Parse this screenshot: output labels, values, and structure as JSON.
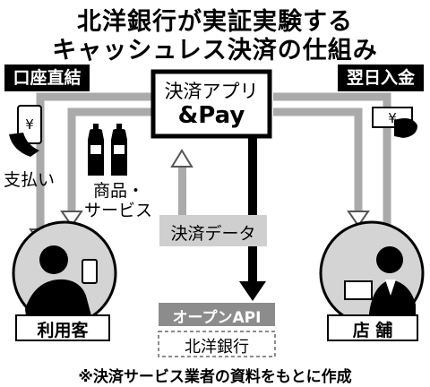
{
  "title": {
    "line1": "北洋銀行が実証実験する",
    "line2": "キャッシュレス決済の仕組み"
  },
  "nodes": {
    "kouza": "口座直結",
    "yokujitsu": "翌日入金",
    "app_line1": "決済アプリ",
    "app_line2": "&Pay",
    "payment": "支払い",
    "goods_line1": "商品・",
    "goods_line2": "サービス",
    "data": "決済データ",
    "open_api": "オープンAPI",
    "bank": "北洋銀行",
    "user": "利用客",
    "store": "店 舗"
  },
  "footnote": "※決済サービス業者の資料をもとに作成",
  "icons": [
    "smartphone-yen-icon",
    "bottles-icon",
    "banknote-hand-icon",
    "user-avatar-icon",
    "store-avatar-icon"
  ]
}
